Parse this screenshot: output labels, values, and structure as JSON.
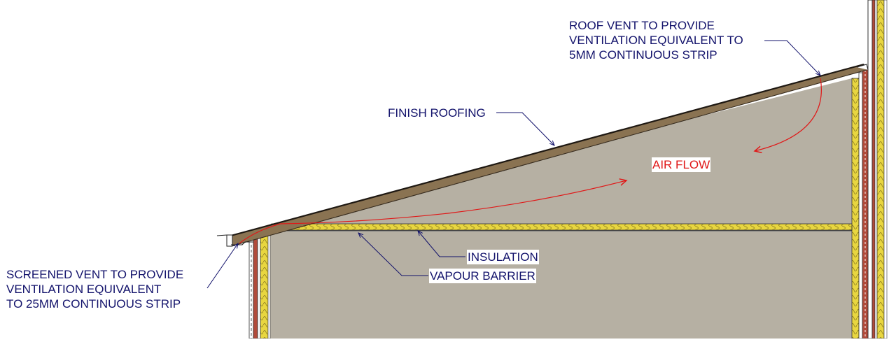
{
  "labels": {
    "roof_vent": [
      "ROOF VENT TO PROVIDE",
      "VENTILATION EQUIVALENT TO",
      "5MM CONTINUOUS STRIP"
    ],
    "finish_roofing": "FINISH ROOFING",
    "air_flow": "AIR FLOW",
    "insulation": "INSULATION",
    "vapour_barrier": "VAPOUR BARRIER",
    "screened_vent": [
      "SCREENED VENT TO PROVIDE",
      "VENTILATION EQUIVALENT",
      "TO 25MM CONTINUOUS STRIP"
    ]
  },
  "colors": {
    "fill": "#b6b0a3",
    "roof": "#8a7352",
    "insulation": "#e8d640",
    "wall": "#b04a3a",
    "annotation": "#12126b",
    "airflow": "#e01818"
  }
}
